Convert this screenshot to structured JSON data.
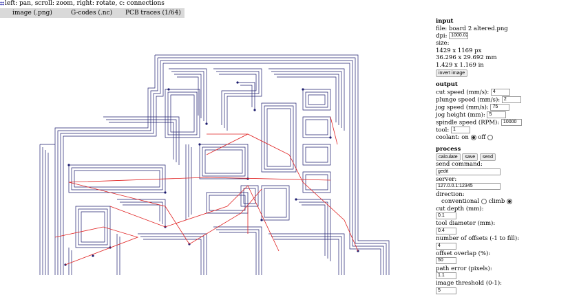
{
  "help": "left: pan, scroll: zoom, right: rotate, c: connections",
  "tabs": [
    "image (.png)",
    "G-codes (.nc)",
    "PCB traces (1/64)"
  ],
  "input": {
    "heading": "input",
    "file": "file: board 2 altered.png",
    "dpi_label": "dpi:",
    "dpi_value": "1000.02",
    "size_label": "size:",
    "size_px": "1429 x 1169 px",
    "size_mm": "36.296 x 29.692 mm",
    "size_in": "1.429 x 1.169 in",
    "invert_button": "invert image"
  },
  "output": {
    "heading": "output",
    "cut_speed_label": "cut speed (mm/s):",
    "cut_speed": "4",
    "plunge_speed_label": "plunge speed (mm/s):",
    "plunge_speed": "2",
    "jog_speed_label": "jog speed (mm/s):",
    "jog_speed": "75",
    "jog_height_label": "jog height (mm):",
    "jog_height": "5",
    "spindle_label": "spindle speed (RPM):",
    "spindle": "10000",
    "tool_label": "tool:",
    "tool": "1",
    "coolant_label": "coolant: on",
    "coolant_off_label": "off"
  },
  "process": {
    "heading": "process",
    "calculate": "calculate",
    "save": "save",
    "send": "send",
    "send_command_label": "send command:",
    "send_command": "gedit",
    "server_label": "server:",
    "server": "127.0.0.1:12345",
    "direction_label": "direction:",
    "conventional_label": "conventional",
    "climb_label": "climb",
    "cut_depth_label": "cut depth (mm):",
    "cut_depth": "0.1",
    "tool_diameter_label": "tool diameter (mm):",
    "tool_diameter": "0.4",
    "offsets_label": "number of offsets (-1 to fill):",
    "offsets": "4",
    "overlap_label": "offset overlap (%):",
    "overlap": "50",
    "path_error_label": "path error (pixels):",
    "path_error": "1.1",
    "threshold_label": "image threshold (0-1):",
    "threshold": "5"
  },
  "colors": {
    "trace": "#1c1c6e",
    "connection": "#e02020",
    "tabbar": "#d9d9d9"
  }
}
